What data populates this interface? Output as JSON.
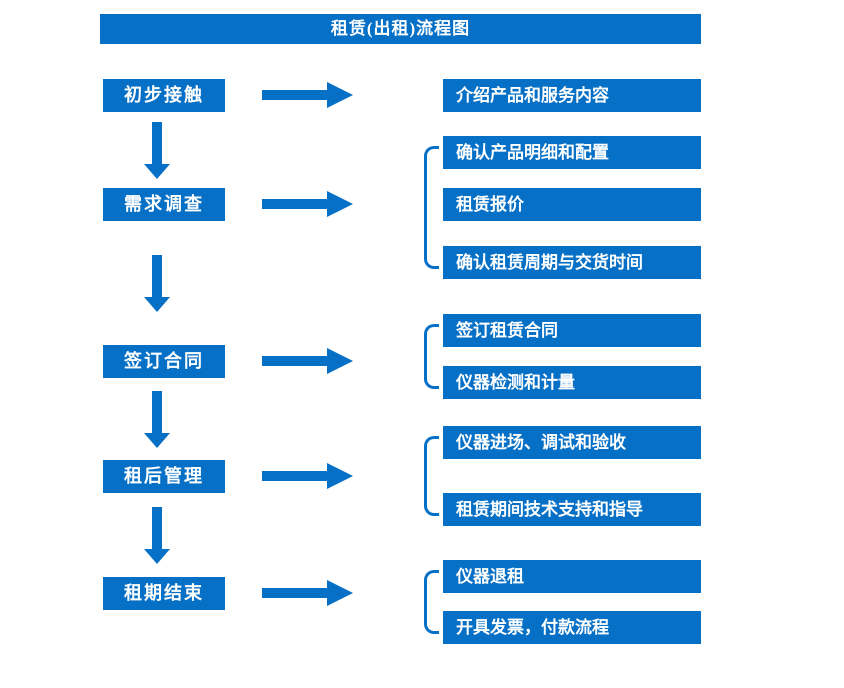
{
  "title": "租赁(出租)流程图",
  "colors": {
    "primary": "#0670C6"
  },
  "stages": [
    {
      "label": "初步接触",
      "details": [
        "介绍产品和服务内容"
      ]
    },
    {
      "label": "需求调查",
      "details": [
        "确认产品明细和配置",
        "租赁报价",
        "确认租赁周期与交货时间"
      ]
    },
    {
      "label": "签订合同",
      "details": [
        "签订租赁合同",
        "仪器检测和计量"
      ]
    },
    {
      "label": "租后管理",
      "details": [
        "仪器进场、调试和验收",
        "租赁期间技术支持和指导"
      ]
    },
    {
      "label": "租期结束",
      "details": [
        "仪器退租",
        "开具发票，付款流程"
      ]
    }
  ]
}
